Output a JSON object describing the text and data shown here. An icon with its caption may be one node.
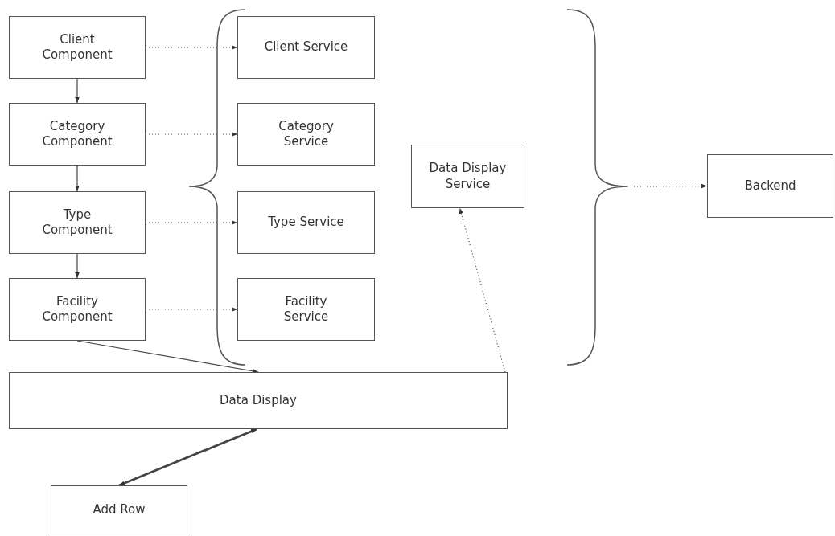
{
  "diagram": {
    "nodes": [
      {
        "text": [
          "Client Component"
        ]
      },
      {
        "text": [
          "Category Component"
        ]
      },
      {
        "text": [
          "Type Component"
        ]
      },
      {
        "text": [
          "Facility Component"
        ]
      },
      {
        "text": [
          "Client Service"
        ]
      },
      {
        "text": [
          "Category Service"
        ]
      },
      {
        "text": [
          "Type Service"
        ]
      },
      {
        "text": [
          "Facility Service"
        ]
      },
      {
        "text": [
          "Data Display Service"
        ]
      },
      {
        "text": [
          "Backend"
        ]
      },
      {
        "text": [
          "Data Display"
        ]
      },
      {
        "text": [
          "Add Row"
        ]
      },
      {
        "text": [],
        "shape": "brace"
      }
    ],
    "edges": [
      {
        "from": 0,
        "to": 1,
        "arrow": "to"
      },
      {
        "from": 1,
        "to": 2,
        "arrow": "to"
      },
      {
        "from": 2,
        "to": 3,
        "arrow": "to"
      },
      {
        "from": 0,
        "to": 4,
        "arrow": "to",
        "style": "dashed"
      },
      {
        "from": 1,
        "to": 5,
        "arrow": "to",
        "style": "dashed"
      },
      {
        "from": 2,
        "to": 6,
        "arrow": "to",
        "style": "dashed"
      },
      {
        "from": 3,
        "to": 7,
        "arrow": "to",
        "style": "dashed"
      },
      {
        "from": 3,
        "to": 10,
        "arrow": "to"
      },
      {
        "from": 10,
        "to": 11,
        "arrow": "both",
        "style": "thick"
      },
      {
        "from": 10,
        "to": 8,
        "arrow": "to",
        "style": "dashed"
      },
      {
        "from": 12,
        "to": 9,
        "arrow": "to",
        "style": "dashed"
      }
    ]
  }
}
